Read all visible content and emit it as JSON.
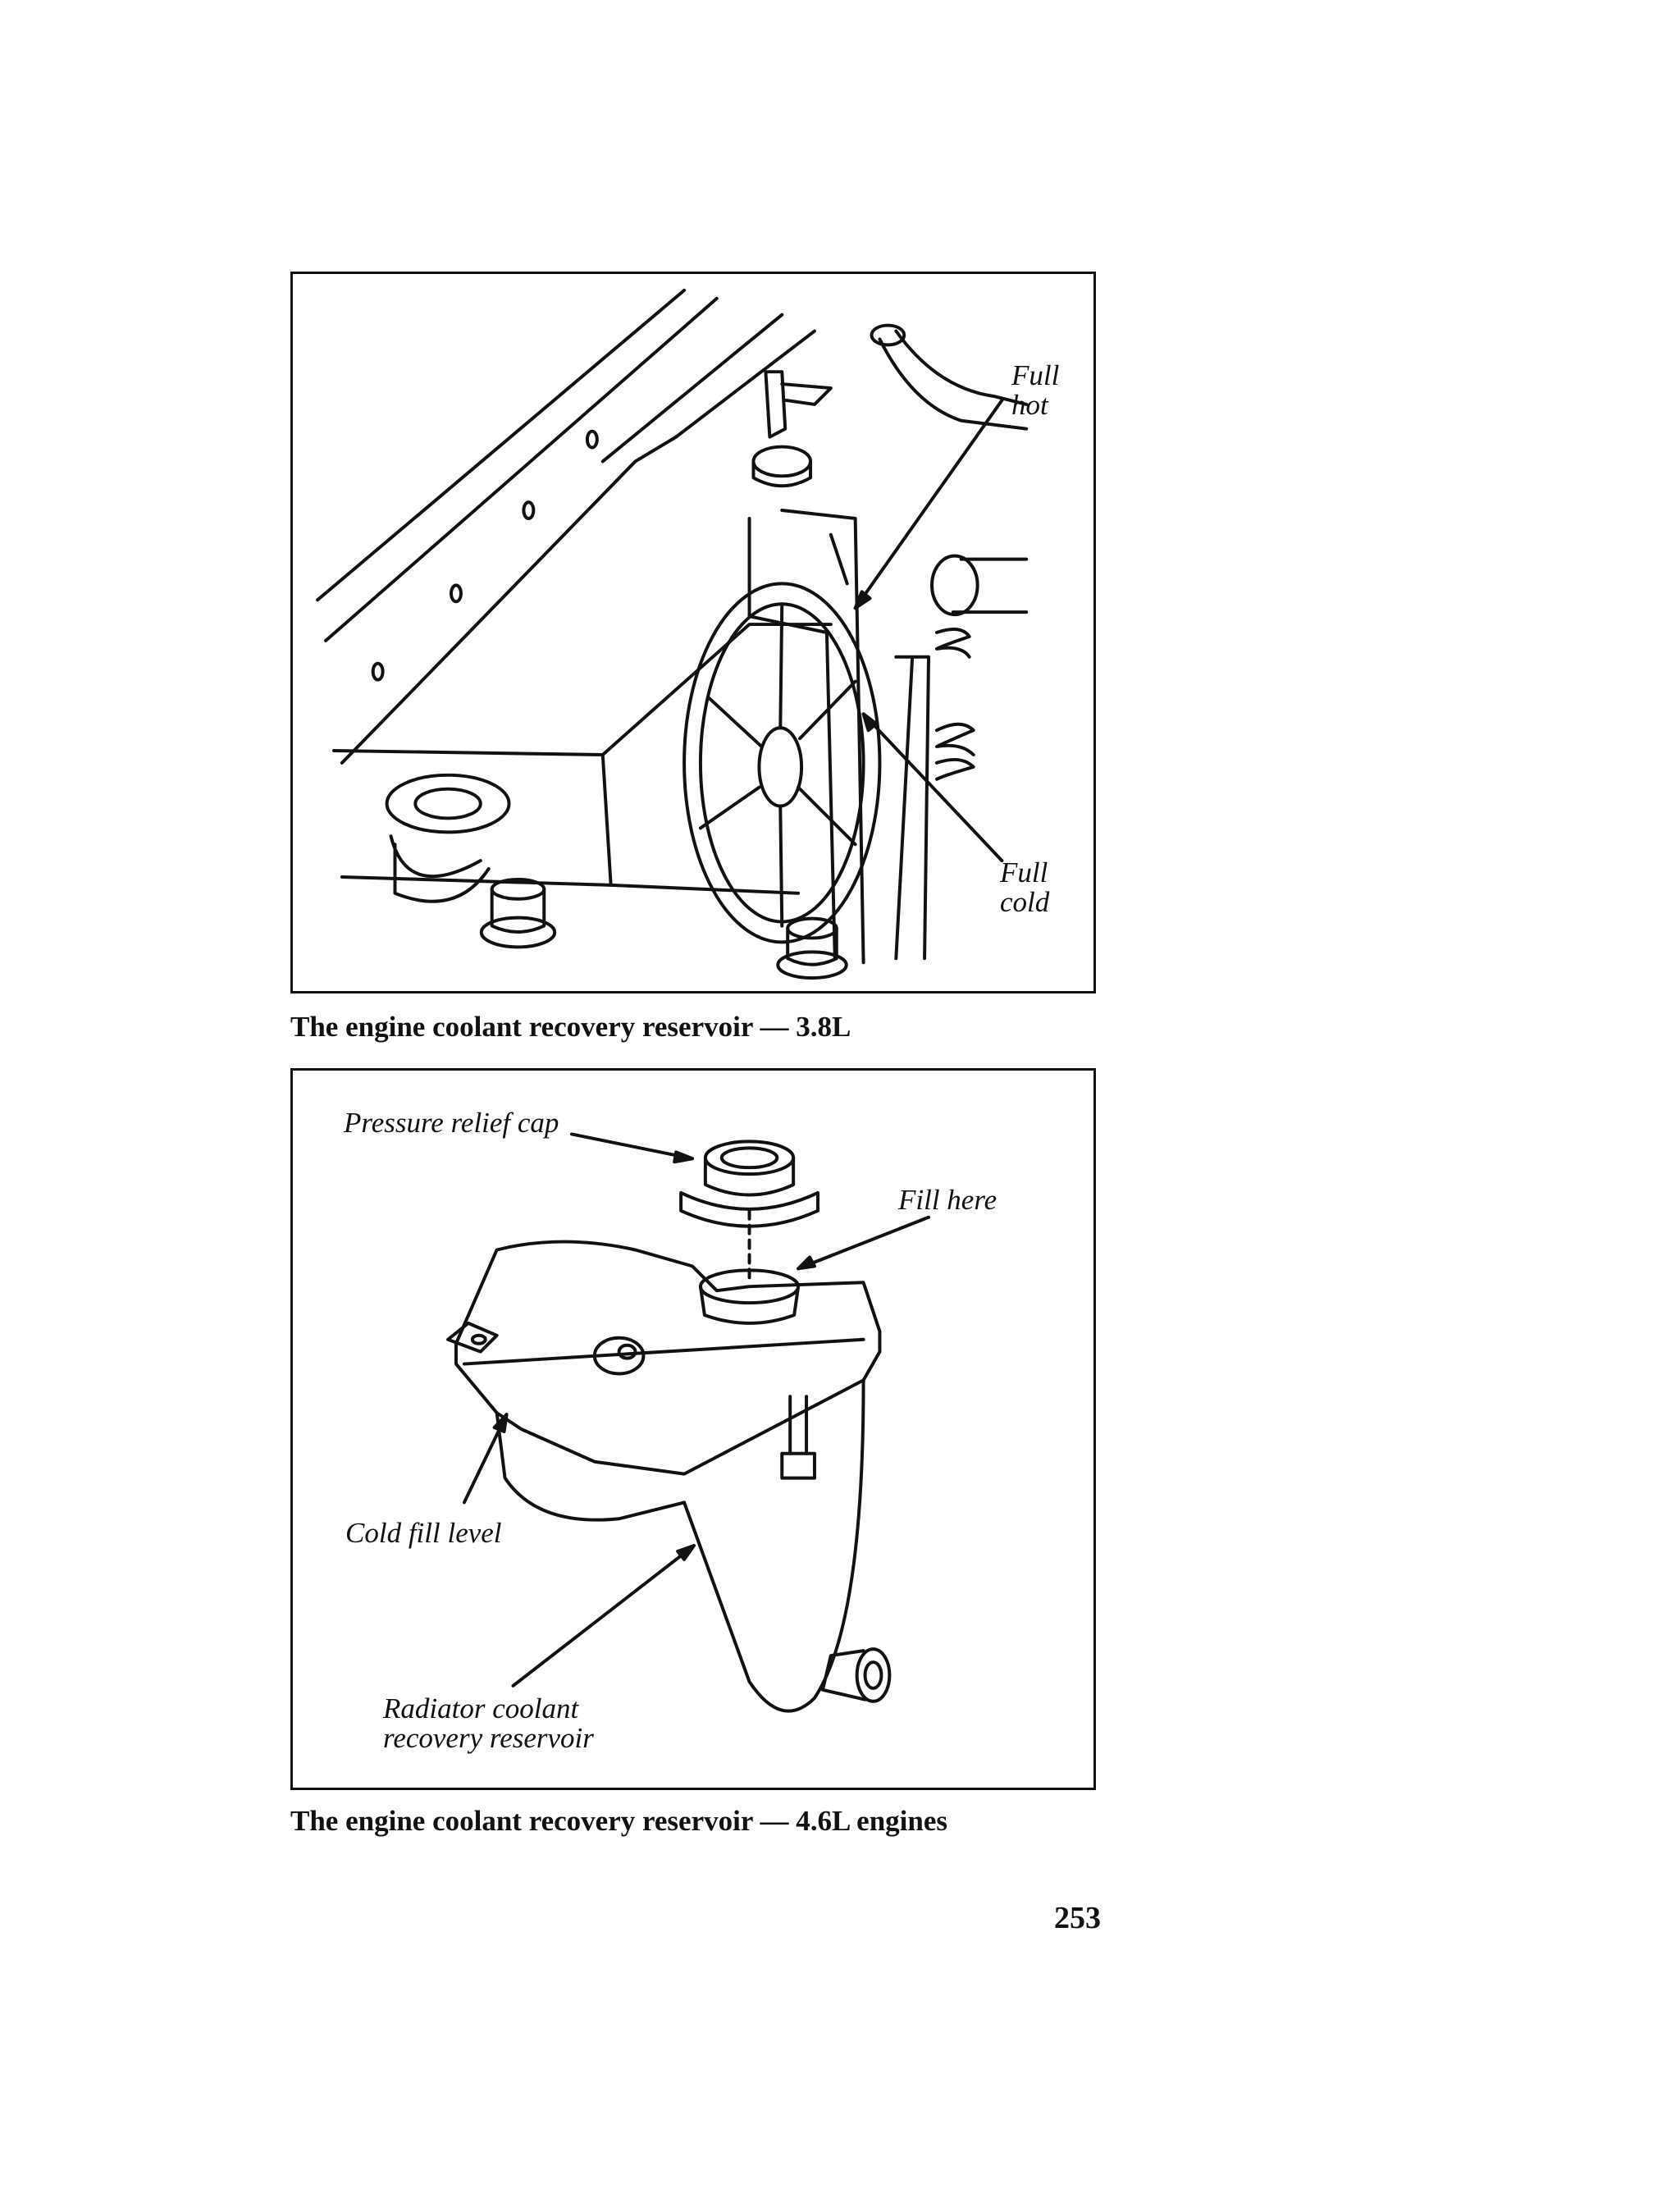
{
  "figure_1": {
    "callouts": {
      "full_hot": "Full\nhot",
      "full_cold": "Full\ncold"
    },
    "caption": "The engine coolant recovery reservoir — 3.8L"
  },
  "figure_2": {
    "callouts": {
      "pressure_relief_cap": "Pressure relief cap",
      "fill_here": "Fill here",
      "cold_fill_level": "Cold fill level",
      "radiator_reservoir": "Radiator coolant\nrecovery reservoir"
    },
    "caption": "The engine coolant recovery reservoir — 4.6L engines"
  },
  "page_number": "253"
}
